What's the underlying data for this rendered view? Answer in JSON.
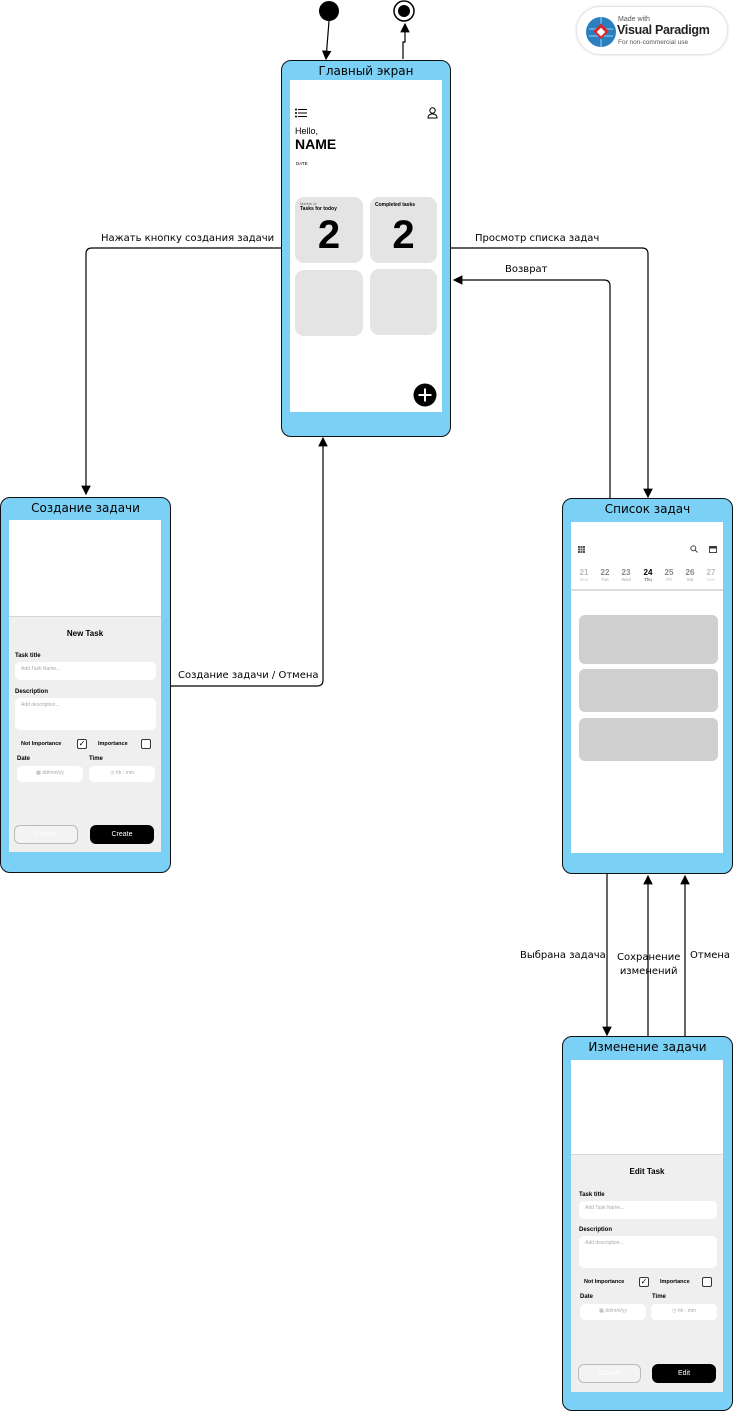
{
  "watermark": {
    "made_with": "Made with",
    "brand": "Visual Paradigm",
    "note": "For non-commercial use"
  },
  "screens": {
    "main": {
      "title": "Главный экран",
      "hello": "Hello,",
      "name": "NAME",
      "date": "DATE",
      "card1_small": "Number of",
      "card1_label": "Tasks for todoy",
      "card1_value": "2",
      "card2_label": "Completed tasks",
      "card2_value": "2"
    },
    "create": {
      "title": "Создание задачи",
      "sheet_title": "New Task",
      "task_title_label": "Task title",
      "task_title_placeholder": "Add Task Name...",
      "description_label": "Description",
      "description_placeholder": "Add description...",
      "not_importance": "Not Importance",
      "importance": "Importance",
      "date_label": "Date",
      "time_label": "Time",
      "date_placeholder": "dd/mm/yy",
      "time_placeholder": "hh : mm",
      "cancel": "Cancel",
      "action": "Create"
    },
    "list": {
      "title": "Список задач",
      "days": [
        {
          "n": "21",
          "w": "Mon"
        },
        {
          "n": "22",
          "w": "Tue"
        },
        {
          "n": "23",
          "w": "Wed"
        },
        {
          "n": "24",
          "w": "Thu"
        },
        {
          "n": "25",
          "w": "Fri"
        },
        {
          "n": "26",
          "w": "Sat"
        },
        {
          "n": "27",
          "w": "Sun"
        }
      ]
    },
    "edit": {
      "title": "Изменение задачи",
      "sheet_title": "Edit Task",
      "task_title_label": "Task title",
      "task_title_placeholder": "Add Task Name...",
      "description_label": "Description",
      "description_placeholder": "Add description...",
      "not_importance": "Not Importance",
      "importance": "Importance",
      "date_label": "Date",
      "time_label": "Time",
      "date_placeholder": "dd/mm/yy",
      "time_placeholder": "hh : mm",
      "cancel": "Cancel",
      "action": "Edit"
    }
  },
  "transitions": {
    "to_create": "Нажать кнопку создания задачи",
    "to_list": "Просмотр списка задач",
    "back": "Возврат",
    "create_done": "Создание задачи / Отмена",
    "selected": "Выбрана задача",
    "save_line1": "Сохранение",
    "save_line2": "изменений",
    "cancel": "Отмена"
  }
}
